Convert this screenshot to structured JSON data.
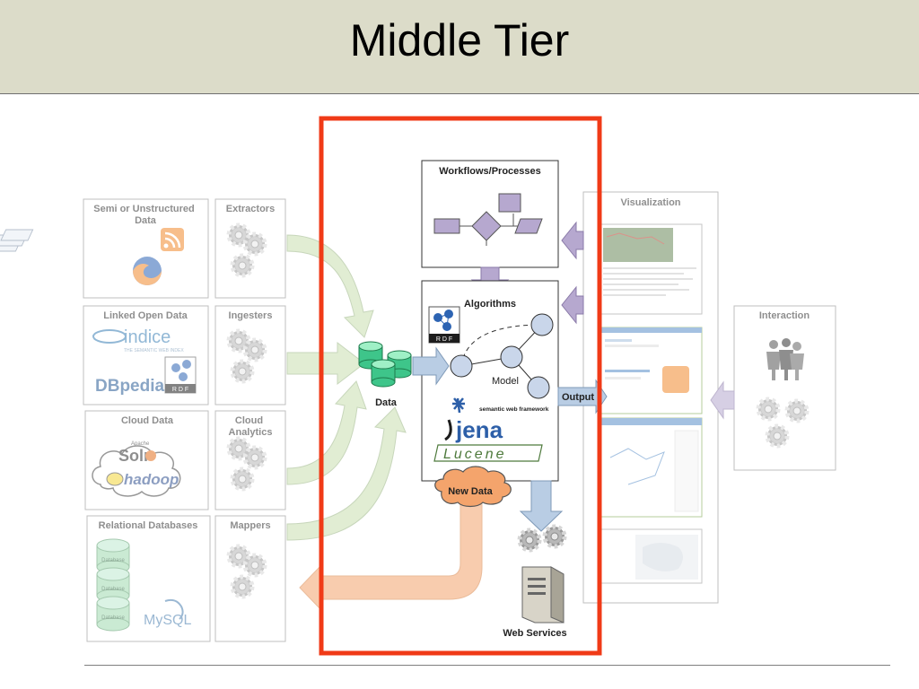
{
  "slide": {
    "title": "Middle Tier"
  },
  "sources": {
    "semi_structured": "Semi or Unstructured Data",
    "linked_open_data": "Linked Open Data",
    "cloud_data": "Cloud Data",
    "relational_databases": "Relational Databases"
  },
  "processors": {
    "extractors": "Extractors",
    "ingesters": "Ingesters",
    "cloud_analytics": "Cloud Analytics",
    "mappers": "Mappers"
  },
  "logos": {
    "indice": "indice",
    "indice_tagline": "THE SEMANTIC WEB INDEX",
    "dbpedia": "DBpedia",
    "rdf": "R D F",
    "apache": "Apache",
    "solr": "Solr",
    "hadoop": "hadoop",
    "mysql": "MySQL",
    "database": "Database",
    "jena_tagline": "semantic web framework",
    "jena": "jena",
    "lucene": "Lucene"
  },
  "middle": {
    "workflows": "Workflows/Processes",
    "algorithms": "Algorithms",
    "model": "Model",
    "data": "Data",
    "output": "Output",
    "new_data": "New Data",
    "web_services": "Web Services"
  },
  "right": {
    "visualization": "Visualization",
    "interaction": "Interaction"
  },
  "colors": {
    "highlight": "#f03a17",
    "green_arrow": "#c9dfb0",
    "orange_flow": "#f4a46c",
    "purple": "#b6a8cf",
    "blue_arrow": "#b9cde4",
    "node_blue": "#c9d6ea",
    "db_green": "#3ec58a"
  }
}
